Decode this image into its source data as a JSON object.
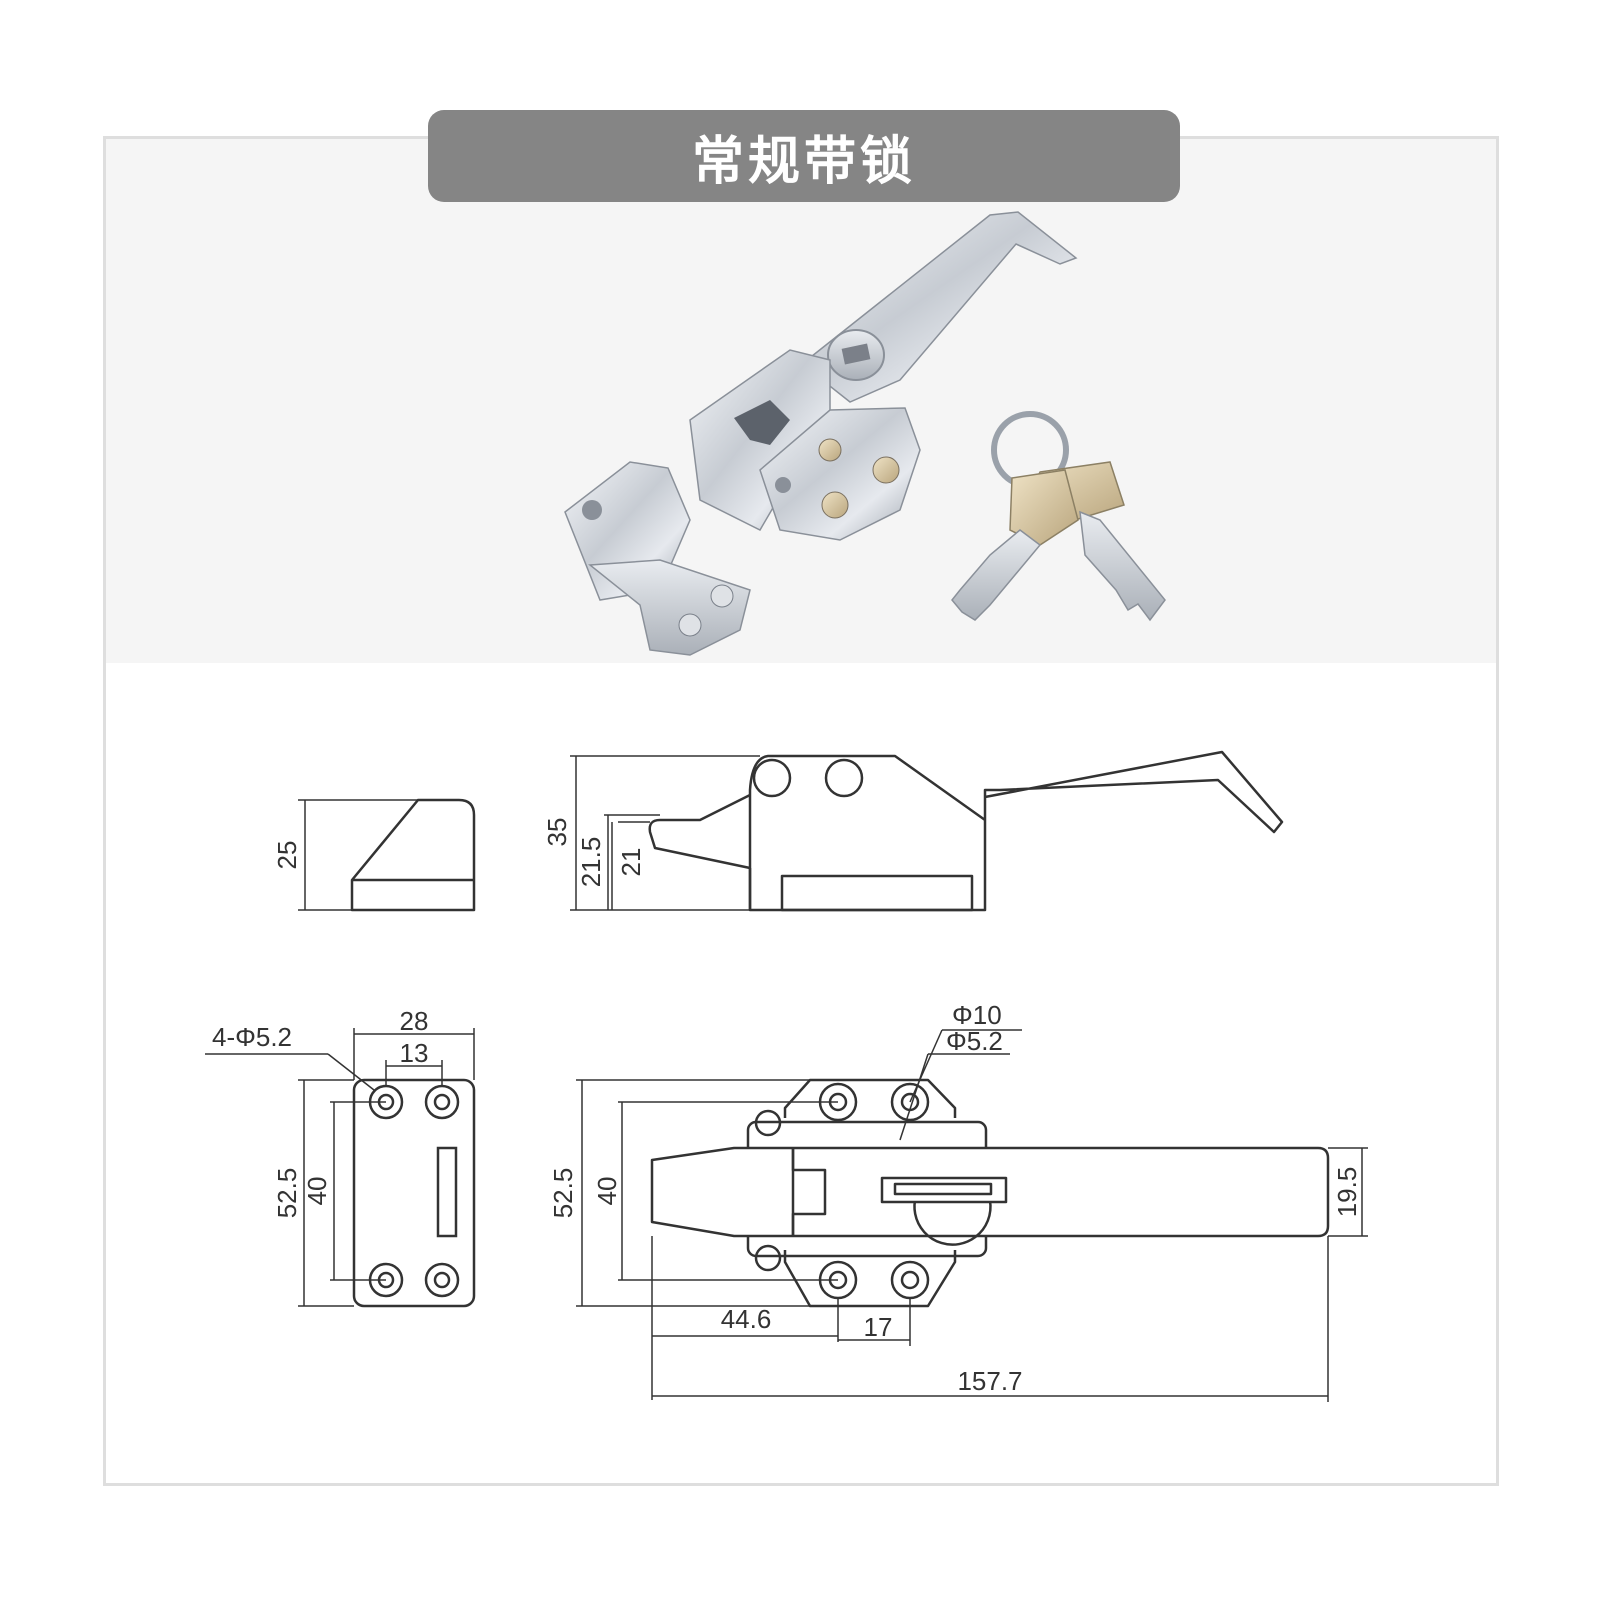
{
  "banner": {
    "title": "常规带锁"
  },
  "colors": {
    "banner_bg": "#858585",
    "banner_text": "#ffffff",
    "line": "#333333",
    "photo_bg": "#f5f5f5"
  },
  "dimensions": {
    "keeper_side_height": "25",
    "latch_side_total_height": "35",
    "latch_side_height_a": "21.5",
    "latch_side_height_b": "21",
    "keeper_holes_callout": "4-Φ5.2",
    "keeper_width": "28",
    "keeper_hole_spacing_x": "13",
    "keeper_height": "52.5",
    "keeper_hole_spacing_y": "40",
    "latch_hole_dia_large": "Φ10",
    "latch_hole_dia_small": "Φ5.2",
    "latch_height": "52.5",
    "latch_hole_spacing_y": "40",
    "handle_width": "19.5",
    "offset_to_hole": "44.6",
    "hole_spacing_x": "17",
    "overall_length": "157.7"
  }
}
